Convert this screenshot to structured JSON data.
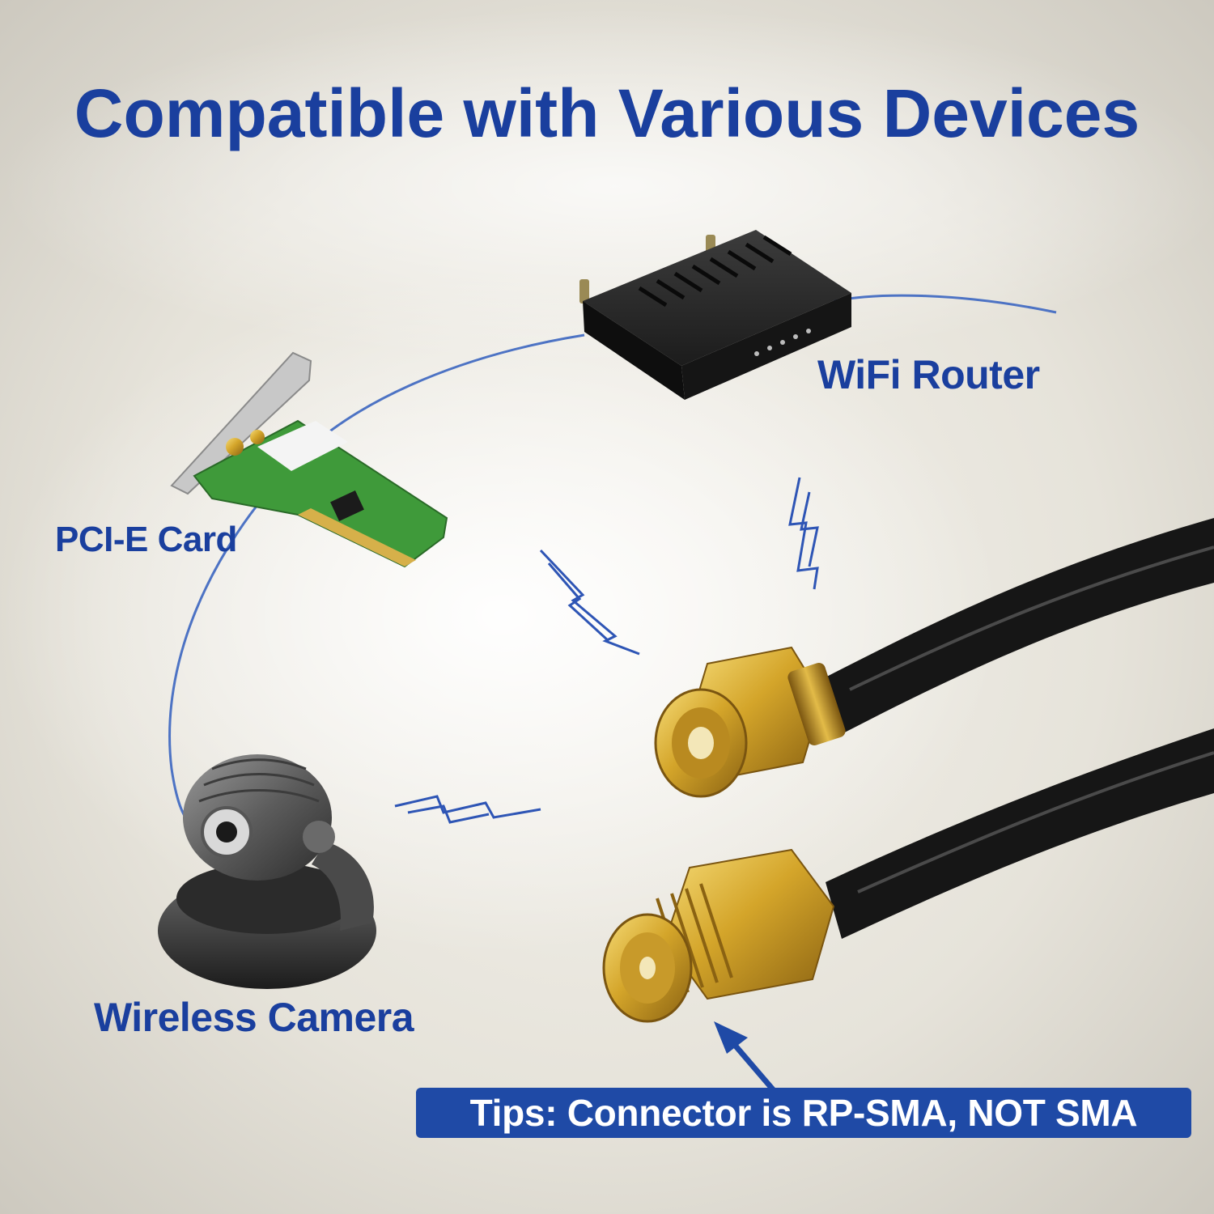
{
  "headline": "Compatible with Various Devices",
  "devices": {
    "router_label": "WiFi Router",
    "pci_label": "PCI-E Card",
    "camera_label": "Wireless Camera"
  },
  "tips": "Tips: Connector is RP-SMA, NOT SMA",
  "colors": {
    "brand_blue": "#1a3f9e",
    "banner_blue": "#1f4aa6",
    "connector_gold": "#d4a52a",
    "cable_black": "#141414",
    "pcb_green": "#3f9a3a"
  }
}
